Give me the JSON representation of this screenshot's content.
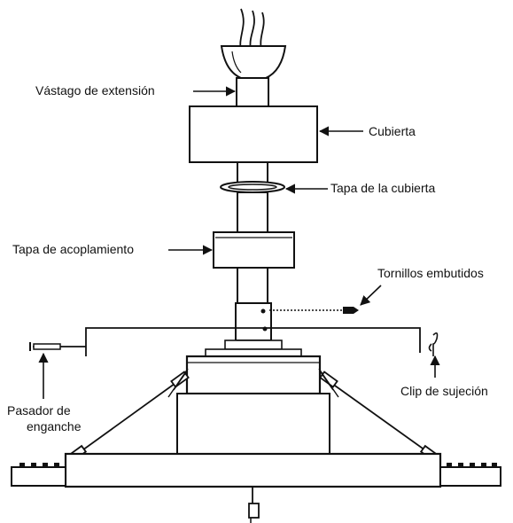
{
  "labels": {
    "extension_rod": "Vástago de extensión",
    "canopy": "Cubierta",
    "canopy_cover": "Tapa de la cubierta",
    "coupling_cover": "Tapa de acoplamiento",
    "set_screws": "Tornillos embutidos",
    "hanger_pin_line1": "Pasador de",
    "hanger_pin_line2": "enganche",
    "retaining_clip": "Clip de sujeción"
  },
  "colors": {
    "ink": "#111111",
    "background": "#ffffff"
  }
}
